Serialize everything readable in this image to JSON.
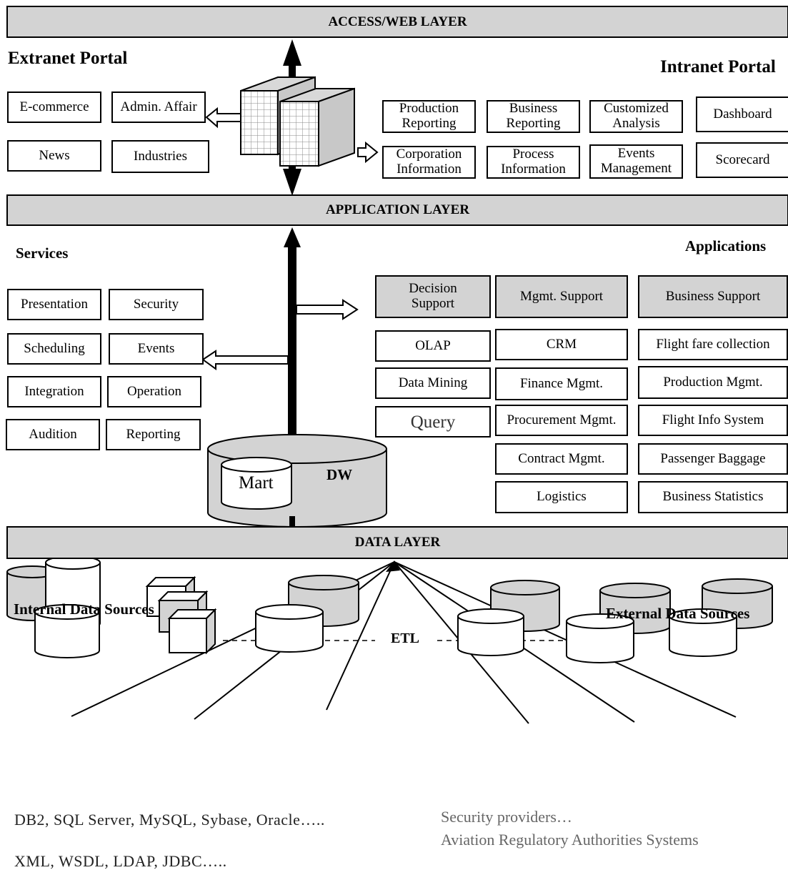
{
  "layers": {
    "access": "ACCESS/WEB LAYER",
    "application": "APPLICATION LAYER",
    "data": "DATA LAYER"
  },
  "access_layer": {
    "extranet_title": "Extranet Portal",
    "intranet_title": "Intranet Portal",
    "extranet_items": [
      "E-commerce",
      "Admin. Affair",
      "News",
      "Industries"
    ],
    "intranet_items": [
      "Production\nReporting",
      "Business\nReporting",
      "Customized\nAnalysis",
      "Dashboard",
      "Corporation\nInformation",
      "Process\nInformation",
      "Events\nManagement",
      "Scorecard"
    ]
  },
  "application_layer": {
    "services_title": "Services",
    "applications_title": "Applications",
    "services": [
      "Presentation",
      "Security",
      "Scheduling",
      "Events",
      "Integration",
      "Operation",
      "Audition",
      "Reporting"
    ],
    "app_headers": [
      "Decision\nSupport",
      "Mgmt. Support",
      "Business Support"
    ],
    "decision_items": [
      "OLAP",
      "Data Mining",
      "Query"
    ],
    "mgmt_items": [
      "CRM",
      "Finance Mgmt.",
      "Procurement Mgmt.",
      "Contract Mgmt.",
      "Logistics"
    ],
    "business_items": [
      "Flight fare collection",
      "Production Mgmt.",
      "Flight Info System",
      "Passenger Baggage",
      "Business Statistics"
    ],
    "storage": {
      "mart": "Mart",
      "dw": "DW"
    }
  },
  "data_layer": {
    "internal_title": "Internal Data Sources",
    "external_title": "External Data Sources",
    "etl_label": "ETL",
    "internal_lines": [
      "DB2, SQL Server, MySQL, Sybase, Oracle…..",
      "XML, WSDL, LDAP, JDBC….."
    ],
    "external_lines": [
      "Security providers…",
      "Aviation Regulatory Authorities Systems"
    ]
  },
  "colors": {
    "fill_gray": "#d3d3d3",
    "stroke": "#000000",
    "source_text": "#666666"
  }
}
